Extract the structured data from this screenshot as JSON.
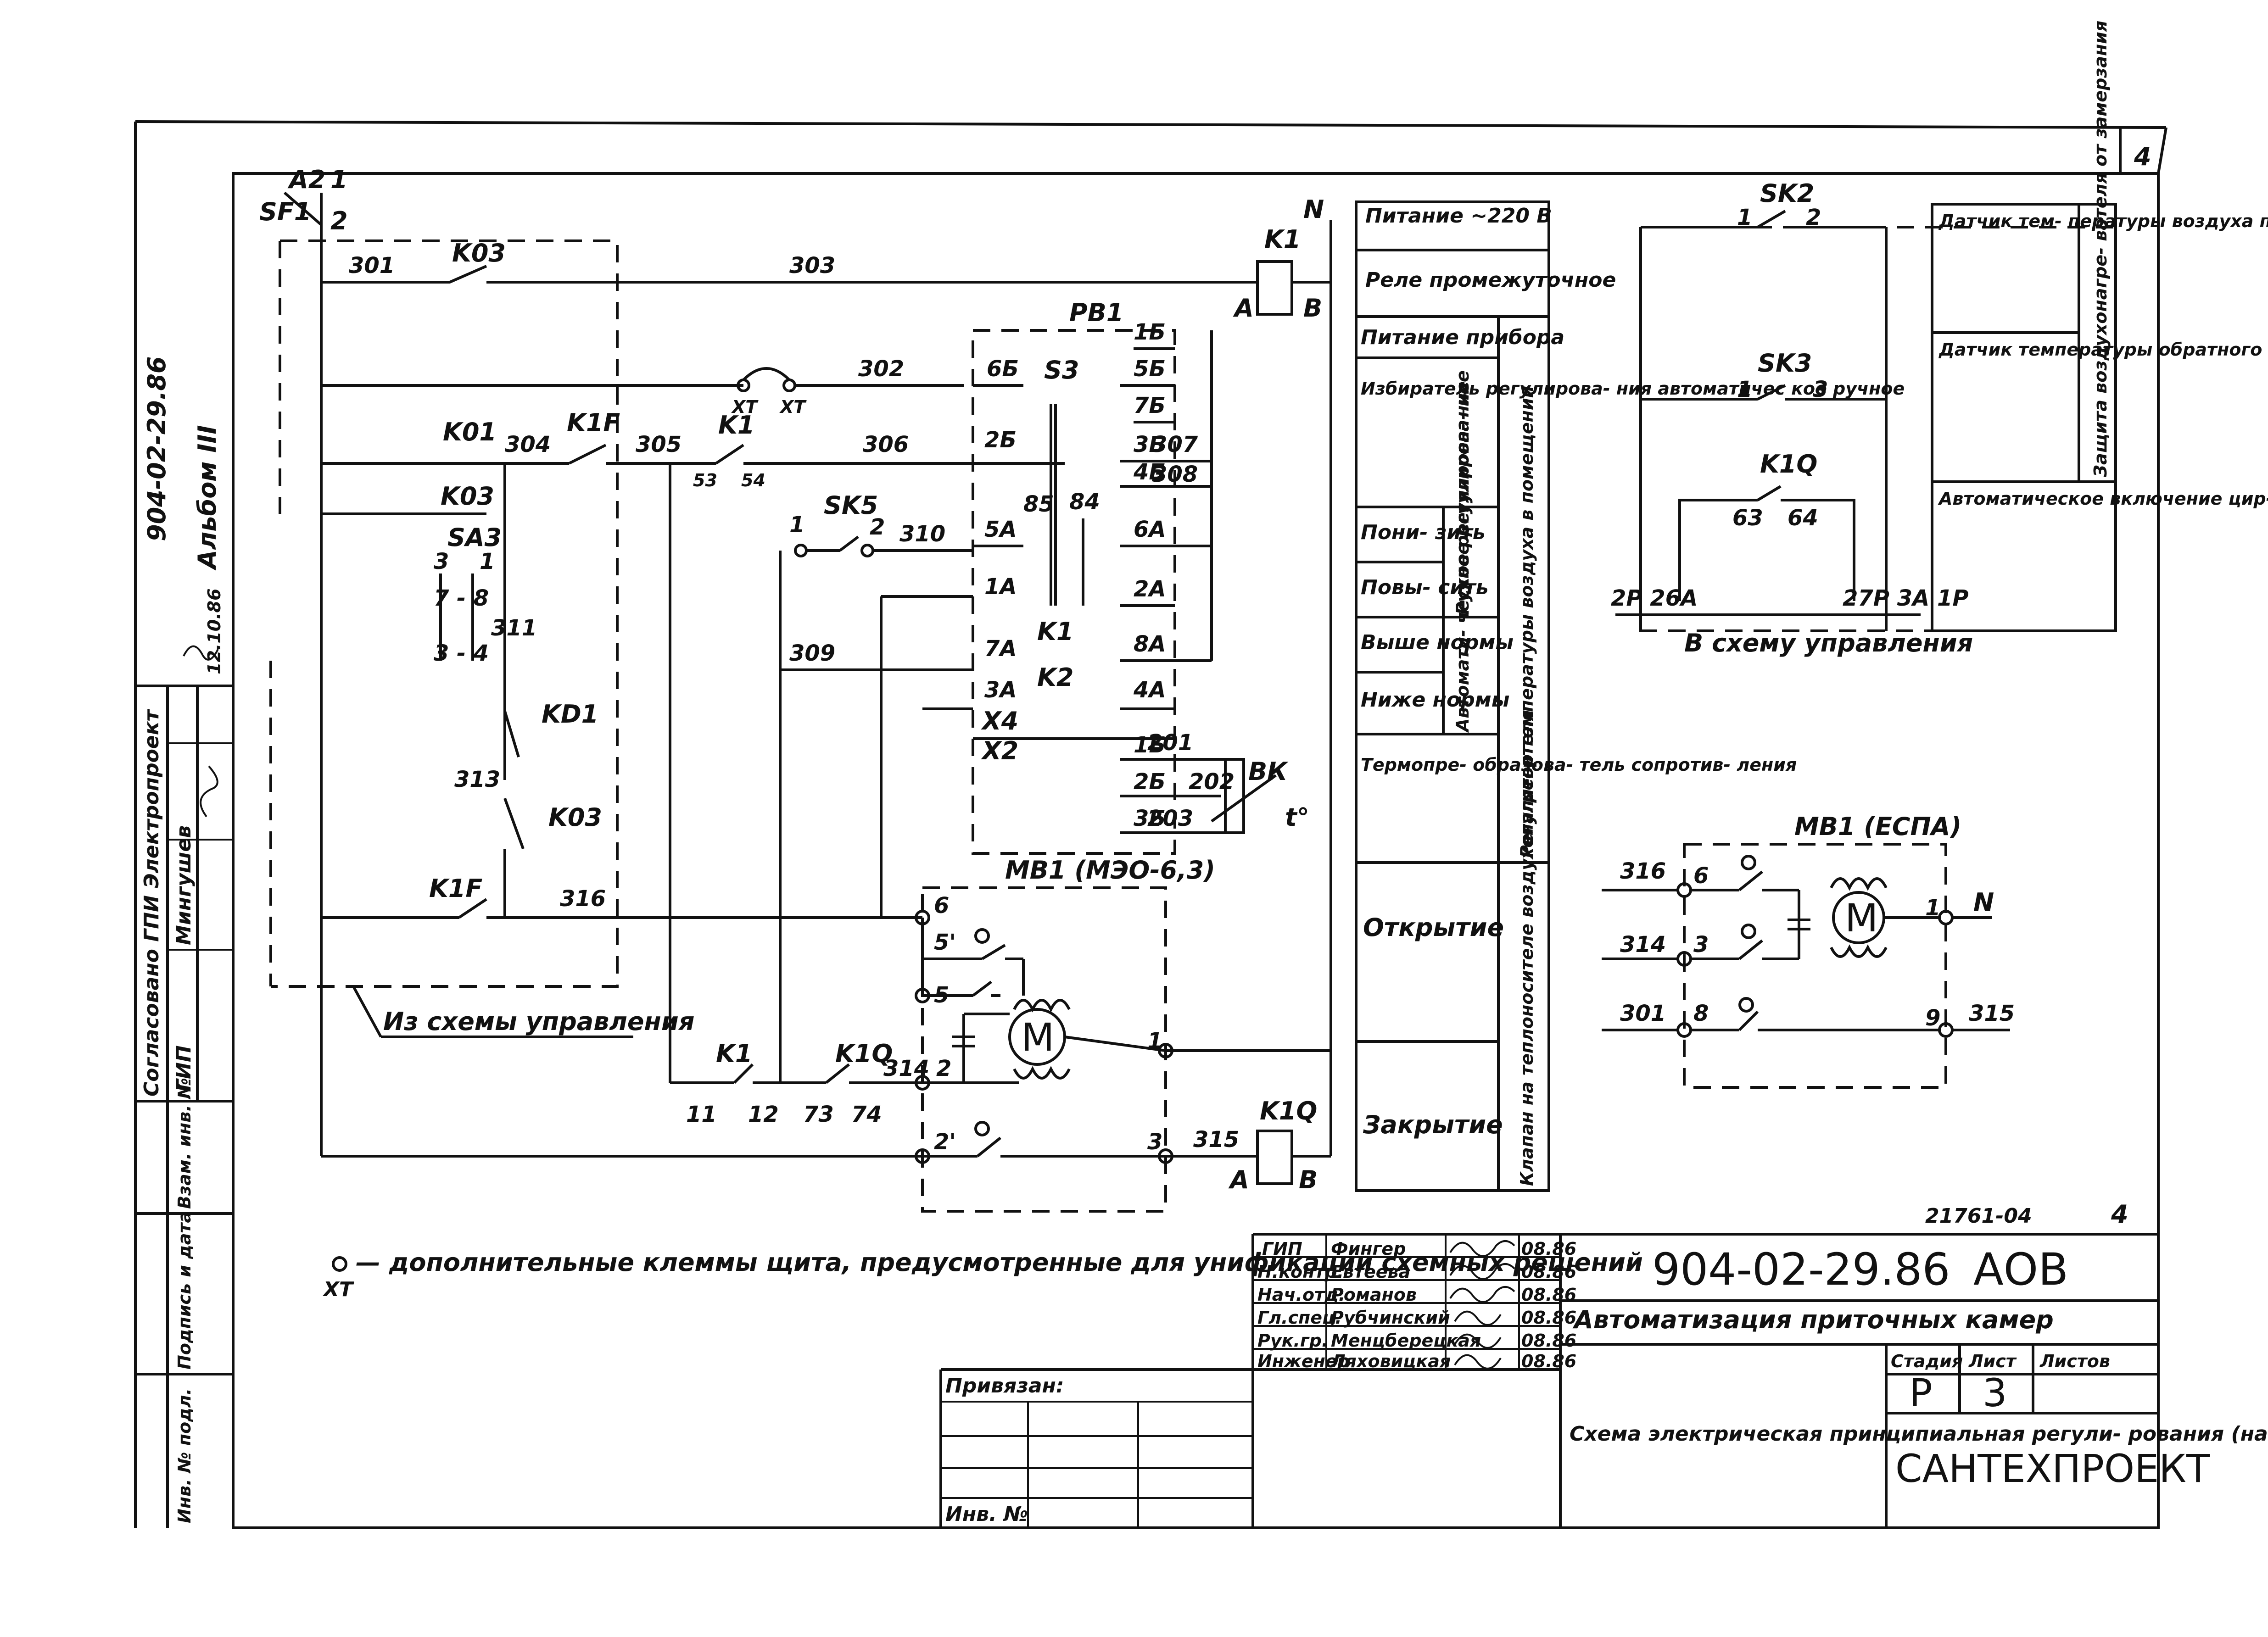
{
  "sheet": {
    "sheet_number": "4",
    "sheet_number_bottom": "4",
    "archive_number": "21761-04",
    "album_code": "904-02-29.86",
    "album_name": "Альбом III"
  },
  "schematic": {
    "supply": {
      "breaker": "SF1",
      "term_top": "A2",
      "term_1": "1",
      "term_2": "2",
      "neutral": "N"
    },
    "wires": [
      "301",
      "303",
      "302",
      "304",
      "305",
      "306",
      "307",
      "308",
      "310",
      "309",
      "311",
      "313",
      "316",
      "201",
      "202",
      "203",
      "314",
      "315"
    ],
    "contacts": {
      "k03_a": "K03",
      "k01": "K01",
      "k03_b": "K03",
      "sa3": "SA3",
      "sa3_t1": "3",
      "sa3_t2": "1",
      "sa3_t3": "7 - 8",
      "sa3_t4": "3 - 4",
      "k1f_a": "K1F",
      "kd1": "KD1",
      "k03_c": "K03",
      "k1f_b": "K1F",
      "k1_a": "K1",
      "k1_a_t1": "53",
      "k1_a_t2": "54",
      "sk5": "SK5",
      "sk5_t1": "1",
      "sk5_t2": "2",
      "k1_b": "K1",
      "k1_b_t1": "11",
      "k1_b_t2": "12",
      "k1q_a": "K1Q",
      "k1q_a_t1": "73",
      "k1q_a_t2": "74"
    },
    "relay_k1": {
      "name": "K1",
      "a": "A",
      "b": "B"
    },
    "relay_k1q": {
      "name": "K1Q",
      "a": "A",
      "b": "B"
    },
    "xt_1": "XT",
    "xt_2": "XT",
    "regulator": {
      "name": "PB1",
      "s3": "S3",
      "x4": "X4",
      "x2": "X2",
      "pins_left": [
        "6Б",
        "2Б",
        "5А",
        "1А",
        "7А",
        "3А"
      ],
      "pins_right": [
        "1Б",
        "5Б",
        "7Б",
        "3Б",
        "4Б",
        "6А",
        "2А",
        "8А",
        "4А",
        "1Б",
        "2Б",
        "3Б"
      ],
      "relay_k1": "K1",
      "relay_k2": "K2",
      "pin_85": "85",
      "pin_84": "84"
    },
    "sensor_bk": {
      "name": "ВК",
      "symbol": "t°"
    },
    "mb1_left": {
      "name": "МВ1 (МЭО-6,3)",
      "t6": "6",
      "t5p": "5'",
      "t5": "5",
      "t2": "2",
      "t2p": "2'",
      "t1": "1",
      "t3": "3",
      "motor": "M"
    },
    "from_scheme_label": "Из схемы управления"
  },
  "function_table": {
    "rows": [
      {
        "a": "Питание ~220 В"
      },
      {
        "a": "Реле промежуточное"
      },
      {
        "a": "Питание прибора"
      },
      {
        "a": "Избиратель регулирова- ния автоматичес кое ручное"
      },
      {
        "a": "Пони- зить",
        "b": "Ручное регулирова- ние"
      },
      {
        "a": "Повы- сить"
      },
      {
        "a": "Выше нормы",
        "b": "Автомати- ческое регулирова- ние"
      },
      {
        "a": "Ниже нормы"
      },
      {
        "a": "Термопре- образова- тель сопротив- ления"
      },
      {
        "a": "Открытие"
      },
      {
        "a": "Закрытие"
      }
    ],
    "group_regulator": "Регулятор температуры воздуха в помещении",
    "group_valve": "Клапан на теплоносителе воздухонагревателя"
  },
  "right_scheme": {
    "sk2": "SK2",
    "sk2_t1": "1",
    "sk2_t2": "2",
    "sk3": "SK3",
    "sk3_t1": "1",
    "sk3_t2": "3",
    "k1q": "K1Q",
    "k1q_t1": "63",
    "k1q_t2": "64",
    "term_left": "2Р 26А",
    "term_right": "27Р 3А 1Р",
    "to_scheme": "В схему управления",
    "notes": [
      "Датчик тем- пературы воздуха перед возду- хонагревателем",
      "Датчик температуры обратного теплоноси- теля",
      "Автоматическое включение цир- куляционного насоса теплоно- сителя"
    ],
    "group_note": "Защита воздухонагре- вателя от замерзания"
  },
  "mb1_right": {
    "name": "МВ1 (ЕСПА)",
    "w316": "316",
    "w314": "314",
    "w301": "301",
    "w315": "315",
    "t6": "6",
    "t3": "3",
    "t8": "8",
    "t1": "1",
    "t9": "9",
    "neutral": "N",
    "motor": "M"
  },
  "legend": {
    "symbol": "XT",
    "text": "— дополнительные клеммы щита, предусмотренные для унификации схемных решений"
  },
  "side_stamp": {
    "approved": "Согласовано ГПИ Электропроект",
    "gip": "ГИП",
    "surname": "Мингушев",
    "inv_cols": [
      "Инв. № подл.",
      "Подпись и дата",
      "Взам. инв. №"
    ],
    "sign_date": "12.10.86"
  },
  "title_block": {
    "people": [
      {
        "role": "ГИП",
        "name": "Фингер",
        "date": "08.86"
      },
      {
        "role": "Н.контр.",
        "name": "Евтеева",
        "date": "08.86"
      },
      {
        "role": "Нач.отд.",
        "name": "Романов",
        "date": "08.86"
      },
      {
        "role": "Гл.спец.",
        "name": "Рубчинский",
        "date": "08.86"
      },
      {
        "role": "Рук.гр.",
        "name": "Менцберецкая",
        "date": "08.86"
      },
      {
        "role": "Инженер",
        "name": "Ляховицкая",
        "date": "08.86"
      }
    ],
    "doc_code": "904-02-29.86",
    "mark": "АОВ",
    "project_title": "Автоматизация приточных камер",
    "stage_label": "Стадия",
    "sheet_label": "Лист",
    "sheets_label": "Листов",
    "stage": "Р",
    "sheet": "3",
    "sheets": "",
    "drawing_title": "Схема электрическая принципиальная регули- рования (начало)",
    "org": "САНТЕХПРОЕКТ",
    "privyazan": "Привязан:",
    "inv_no": "Инв. №"
  }
}
